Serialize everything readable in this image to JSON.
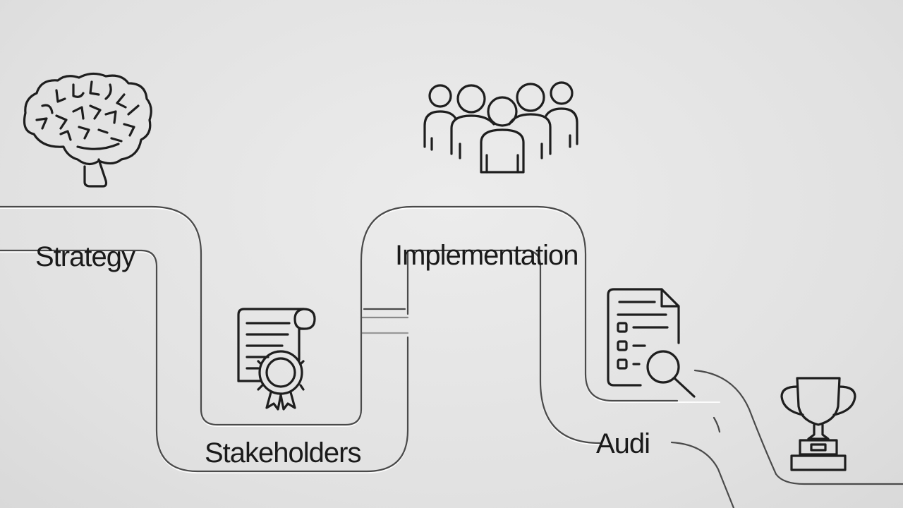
{
  "steps": [
    {
      "label": "Strategy",
      "icon": "brain-icon"
    },
    {
      "label": "Stakeholders",
      "icon": "certificate-icon"
    },
    {
      "label": "Implementation",
      "icon": "people-group-icon"
    },
    {
      "label": "Audi",
      "icon": "audit-document-icon"
    },
    {
      "label": "",
      "icon": "trophy-icon"
    }
  ],
  "colors": {
    "background": "#e3e3e3",
    "ink": "#1e1e1e",
    "road_edge": "#4a4a4a"
  }
}
